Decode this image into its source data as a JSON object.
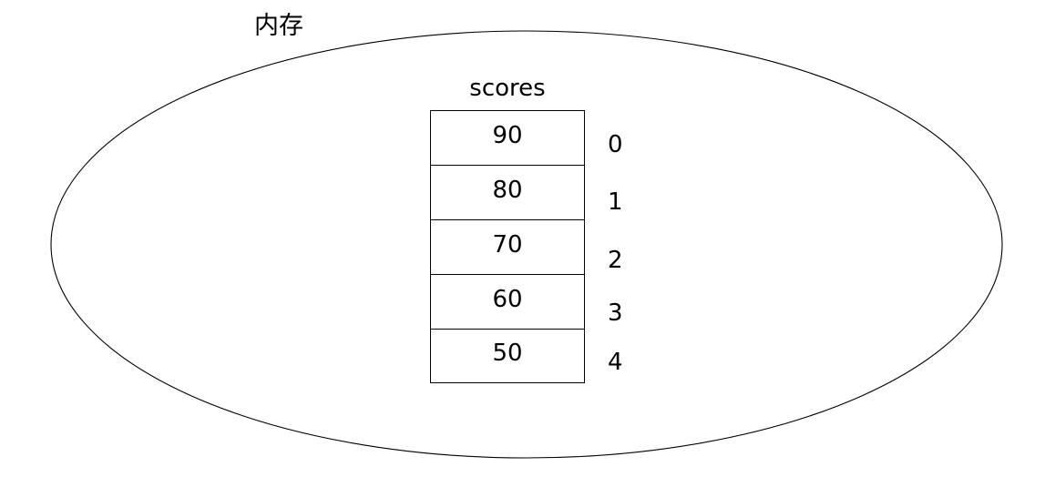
{
  "diagram": {
    "memory_label": "内存",
    "array_name": "scores",
    "columns": {
      "value_header": "scores",
      "index_header": ""
    },
    "cells": [
      {
        "value": "90",
        "index": "0"
      },
      {
        "value": "80",
        "index": "1"
      },
      {
        "value": "70",
        "index": "2"
      },
      {
        "value": "60",
        "index": "3"
      },
      {
        "value": "50",
        "index": "4"
      }
    ],
    "colors": {
      "background": "#ffffff",
      "stroke": "#000000",
      "text": "#000000"
    }
  }
}
